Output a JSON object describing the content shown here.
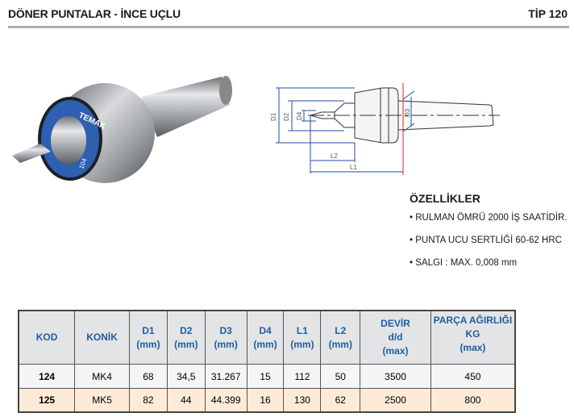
{
  "header": {
    "title": "DÖNER PUNTALAR - İNCE UÇLU",
    "type": "TİP 120"
  },
  "photo": {
    "brand": "TEMAK",
    "ring_code": "104"
  },
  "drawing": {
    "labels": {
      "d1": "D1",
      "d2": "D2",
      "d3": "D3",
      "d4": "D4",
      "l1": "L1",
      "l2": "L2"
    }
  },
  "features": {
    "title": "ÖZELLİKLER",
    "items": [
      "RULMAN ÖMRÜ 2000 İŞ SAATİDİR.",
      "PUNTA UCU SERTLİĞİ 60-62 HRC",
      "SALGI : MAX. 0,008 mm"
    ]
  },
  "table": {
    "headers": [
      {
        "l1": "KOD",
        "l2": ""
      },
      {
        "l1": "KONİK",
        "l2": ""
      },
      {
        "l1": "D1",
        "l2": "(mm)"
      },
      {
        "l1": "D2",
        "l2": "(mm)"
      },
      {
        "l1": "D3",
        "l2": "(mm)"
      },
      {
        "l1": "D4",
        "l2": "(mm)"
      },
      {
        "l1": "L1",
        "l2": "(mm)"
      },
      {
        "l1": "L2",
        "l2": "(mm)"
      },
      {
        "l1": "DEVİR",
        "l2": "d/d",
        "l3": "(max)"
      },
      {
        "l1": "PARÇA AĞIRLIĞI",
        "l2": "KG",
        "l3": "(max)"
      }
    ],
    "rows": [
      [
        "124",
        "MK4",
        "68",
        "34,5",
        "31.267",
        "15",
        "112",
        "50",
        "3500",
        "450"
      ],
      [
        "125",
        "MK5",
        "82",
        "44",
        "44.399",
        "16",
        "130",
        "62",
        "2500",
        "800"
      ]
    ]
  }
}
